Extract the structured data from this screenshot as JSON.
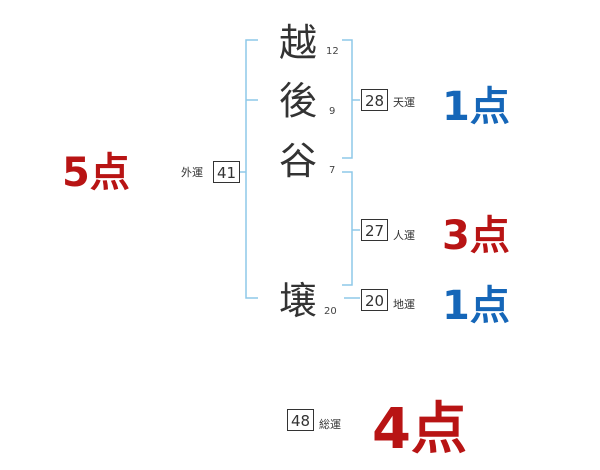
{
  "name": {
    "characters": [
      {
        "char": "越",
        "strokes": "12"
      },
      {
        "char": "後",
        "strokes": "9"
      },
      {
        "char": "谷",
        "strokes": "7"
      },
      {
        "char": "壌",
        "strokes": "20"
      }
    ]
  },
  "fortunes": {
    "tenkaku": {
      "label": "天運",
      "value": "28",
      "score": "1点"
    },
    "jinkaku": {
      "label": "人運",
      "value": "27",
      "score": "3点"
    },
    "chikaku": {
      "label": "地運",
      "value": "20",
      "score": "1点"
    },
    "gaikaku": {
      "label": "外運",
      "value": "41",
      "score": "5点"
    },
    "soukaku": {
      "label": "総運",
      "value": "48",
      "score": "4点"
    }
  },
  "colors": {
    "bracket": "#8ec8e8",
    "score_low": "#1566b8",
    "score_high": "#b81414",
    "text": "#333333"
  }
}
